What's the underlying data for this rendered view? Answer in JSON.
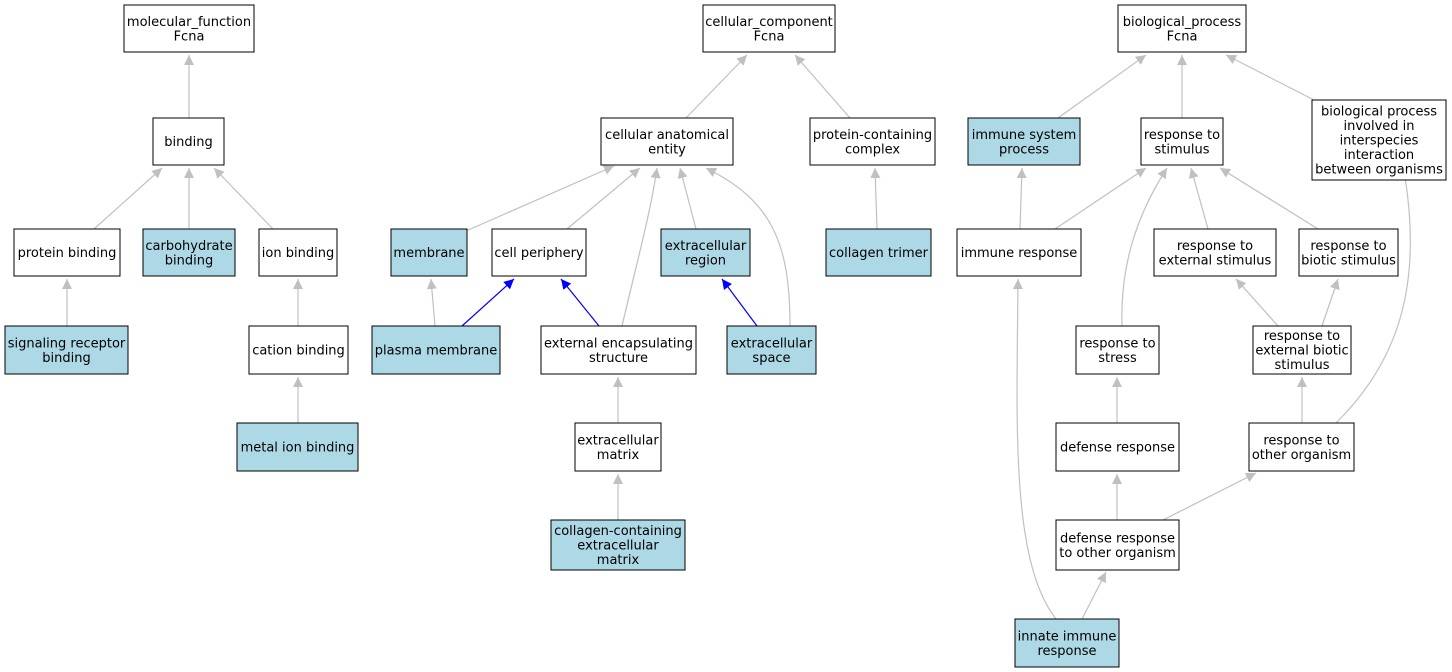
{
  "colors": {
    "highlight_fill": "#add8e6",
    "plain_fill": "#ffffff",
    "edge_gray": "#c0c0c0",
    "edge_blue": "#0000ff"
  },
  "nodes": [
    {
      "id": "mf",
      "lines": [
        "molecular_function",
        "Fcna"
      ],
      "highlight": false
    },
    {
      "id": "binding",
      "lines": [
        "binding"
      ],
      "highlight": false
    },
    {
      "id": "protein_binding",
      "lines": [
        "protein binding"
      ],
      "highlight": false
    },
    {
      "id": "carb_binding",
      "lines": [
        "carbohydrate",
        "binding"
      ],
      "highlight": true
    },
    {
      "id": "ion_binding",
      "lines": [
        "ion binding"
      ],
      "highlight": false
    },
    {
      "id": "sig_rec",
      "lines": [
        "signaling receptor",
        "binding"
      ],
      "highlight": true
    },
    {
      "id": "cation_binding",
      "lines": [
        "cation binding"
      ],
      "highlight": false
    },
    {
      "id": "metal_ion",
      "lines": [
        "metal ion binding"
      ],
      "highlight": true
    },
    {
      "id": "cc",
      "lines": [
        "cellular_component",
        "Fcna"
      ],
      "highlight": false
    },
    {
      "id": "cae",
      "lines": [
        "cellular anatomical",
        "entity"
      ],
      "highlight": false
    },
    {
      "id": "pcc",
      "lines": [
        "protein-containing",
        "complex"
      ],
      "highlight": false
    },
    {
      "id": "membrane",
      "lines": [
        "membrane"
      ],
      "highlight": true
    },
    {
      "id": "cell_periphery",
      "lines": [
        "cell periphery"
      ],
      "highlight": false
    },
    {
      "id": "ecr",
      "lines": [
        "extracellular",
        "region"
      ],
      "highlight": true
    },
    {
      "id": "collagen_trimer",
      "lines": [
        "collagen trimer"
      ],
      "highlight": true
    },
    {
      "id": "plasma_membrane",
      "lines": [
        "plasma membrane"
      ],
      "highlight": true
    },
    {
      "id": "ees",
      "lines": [
        "external encapsulating",
        "structure"
      ],
      "highlight": false
    },
    {
      "id": "ecs",
      "lines": [
        "extracellular",
        "space"
      ],
      "highlight": true
    },
    {
      "id": "ecm",
      "lines": [
        "extracellular",
        "matrix"
      ],
      "highlight": false
    },
    {
      "id": "ccem",
      "lines": [
        "collagen-containing",
        "extracellular",
        "matrix"
      ],
      "highlight": true
    },
    {
      "id": "bp",
      "lines": [
        "biological_process",
        "Fcna"
      ],
      "highlight": false
    },
    {
      "id": "isp",
      "lines": [
        "immune system",
        "process"
      ],
      "highlight": true
    },
    {
      "id": "rts",
      "lines": [
        "response to",
        "stimulus"
      ],
      "highlight": false
    },
    {
      "id": "bpii",
      "lines": [
        "biological process",
        "involved in",
        "interspecies",
        "interaction",
        "between organisms"
      ],
      "highlight": false
    },
    {
      "id": "immune_response",
      "lines": [
        "immune response"
      ],
      "highlight": false
    },
    {
      "id": "rtes",
      "lines": [
        "response to",
        "external stimulus"
      ],
      "highlight": false
    },
    {
      "id": "rtbs",
      "lines": [
        "response to",
        "biotic stimulus"
      ],
      "highlight": false
    },
    {
      "id": "rtst",
      "lines": [
        "response to",
        "stress"
      ],
      "highlight": false
    },
    {
      "id": "rtebs",
      "lines": [
        "response to",
        "external biotic",
        "stimulus"
      ],
      "highlight": false
    },
    {
      "id": "defense_response",
      "lines": [
        "defense response"
      ],
      "highlight": false
    },
    {
      "id": "rtoo",
      "lines": [
        "response to",
        "other organism"
      ],
      "highlight": false
    },
    {
      "id": "drtoo",
      "lines": [
        "defense response",
        "to other organism"
      ],
      "highlight": false
    },
    {
      "id": "iir",
      "lines": [
        "innate immune",
        "response"
      ],
      "highlight": true
    }
  ],
  "edges": [
    {
      "from": "binding",
      "to": "mf",
      "color": "gray"
    },
    {
      "from": "protein_binding",
      "to": "binding",
      "color": "gray"
    },
    {
      "from": "carb_binding",
      "to": "binding",
      "color": "gray"
    },
    {
      "from": "ion_binding",
      "to": "binding",
      "color": "gray"
    },
    {
      "from": "sig_rec",
      "to": "protein_binding",
      "color": "gray"
    },
    {
      "from": "cation_binding",
      "to": "ion_binding",
      "color": "gray"
    },
    {
      "from": "metal_ion",
      "to": "cation_binding",
      "color": "gray"
    },
    {
      "from": "cae",
      "to": "cc",
      "color": "gray"
    },
    {
      "from": "pcc",
      "to": "cc",
      "color": "gray"
    },
    {
      "from": "membrane",
      "to": "cae",
      "color": "gray"
    },
    {
      "from": "cell_periphery",
      "to": "cae",
      "color": "gray"
    },
    {
      "from": "ees",
      "to": "cae",
      "color": "gray"
    },
    {
      "from": "ecr",
      "to": "cae",
      "color": "gray"
    },
    {
      "from": "ecs",
      "to": "cae",
      "color": "gray"
    },
    {
      "from": "collagen_trimer",
      "to": "pcc",
      "color": "gray"
    },
    {
      "from": "plasma_membrane",
      "to": "membrane",
      "color": "gray"
    },
    {
      "from": "plasma_membrane",
      "to": "cell_periphery",
      "color": "blue"
    },
    {
      "from": "ees",
      "to": "cell_periphery",
      "color": "blue"
    },
    {
      "from": "ecs",
      "to": "ecr",
      "color": "blue"
    },
    {
      "from": "ecm",
      "to": "ees",
      "color": "gray"
    },
    {
      "from": "ccem",
      "to": "ecm",
      "color": "gray"
    },
    {
      "from": "isp",
      "to": "bp",
      "color": "gray"
    },
    {
      "from": "rts",
      "to": "bp",
      "color": "gray"
    },
    {
      "from": "bpii",
      "to": "bp",
      "color": "gray"
    },
    {
      "from": "immune_response",
      "to": "isp",
      "color": "gray"
    },
    {
      "from": "immune_response",
      "to": "rts",
      "color": "gray"
    },
    {
      "from": "rtst",
      "to": "rts",
      "color": "gray"
    },
    {
      "from": "rtes",
      "to": "rts",
      "color": "gray"
    },
    {
      "from": "rtbs",
      "to": "rts",
      "color": "gray"
    },
    {
      "from": "rtebs",
      "to": "rtes",
      "color": "gray"
    },
    {
      "from": "rtebs",
      "to": "rtbs",
      "color": "gray"
    },
    {
      "from": "defense_response",
      "to": "rtst",
      "color": "gray"
    },
    {
      "from": "rtoo",
      "to": "rtebs",
      "color": "gray"
    },
    {
      "from": "rtoo",
      "to": "bpii",
      "color": "gray"
    },
    {
      "from": "drtoo",
      "to": "defense_response",
      "color": "gray"
    },
    {
      "from": "drtoo",
      "to": "rtoo",
      "color": "gray"
    },
    {
      "from": "iir",
      "to": "drtoo",
      "color": "gray"
    },
    {
      "from": "iir",
      "to": "immune_response",
      "color": "gray"
    }
  ]
}
